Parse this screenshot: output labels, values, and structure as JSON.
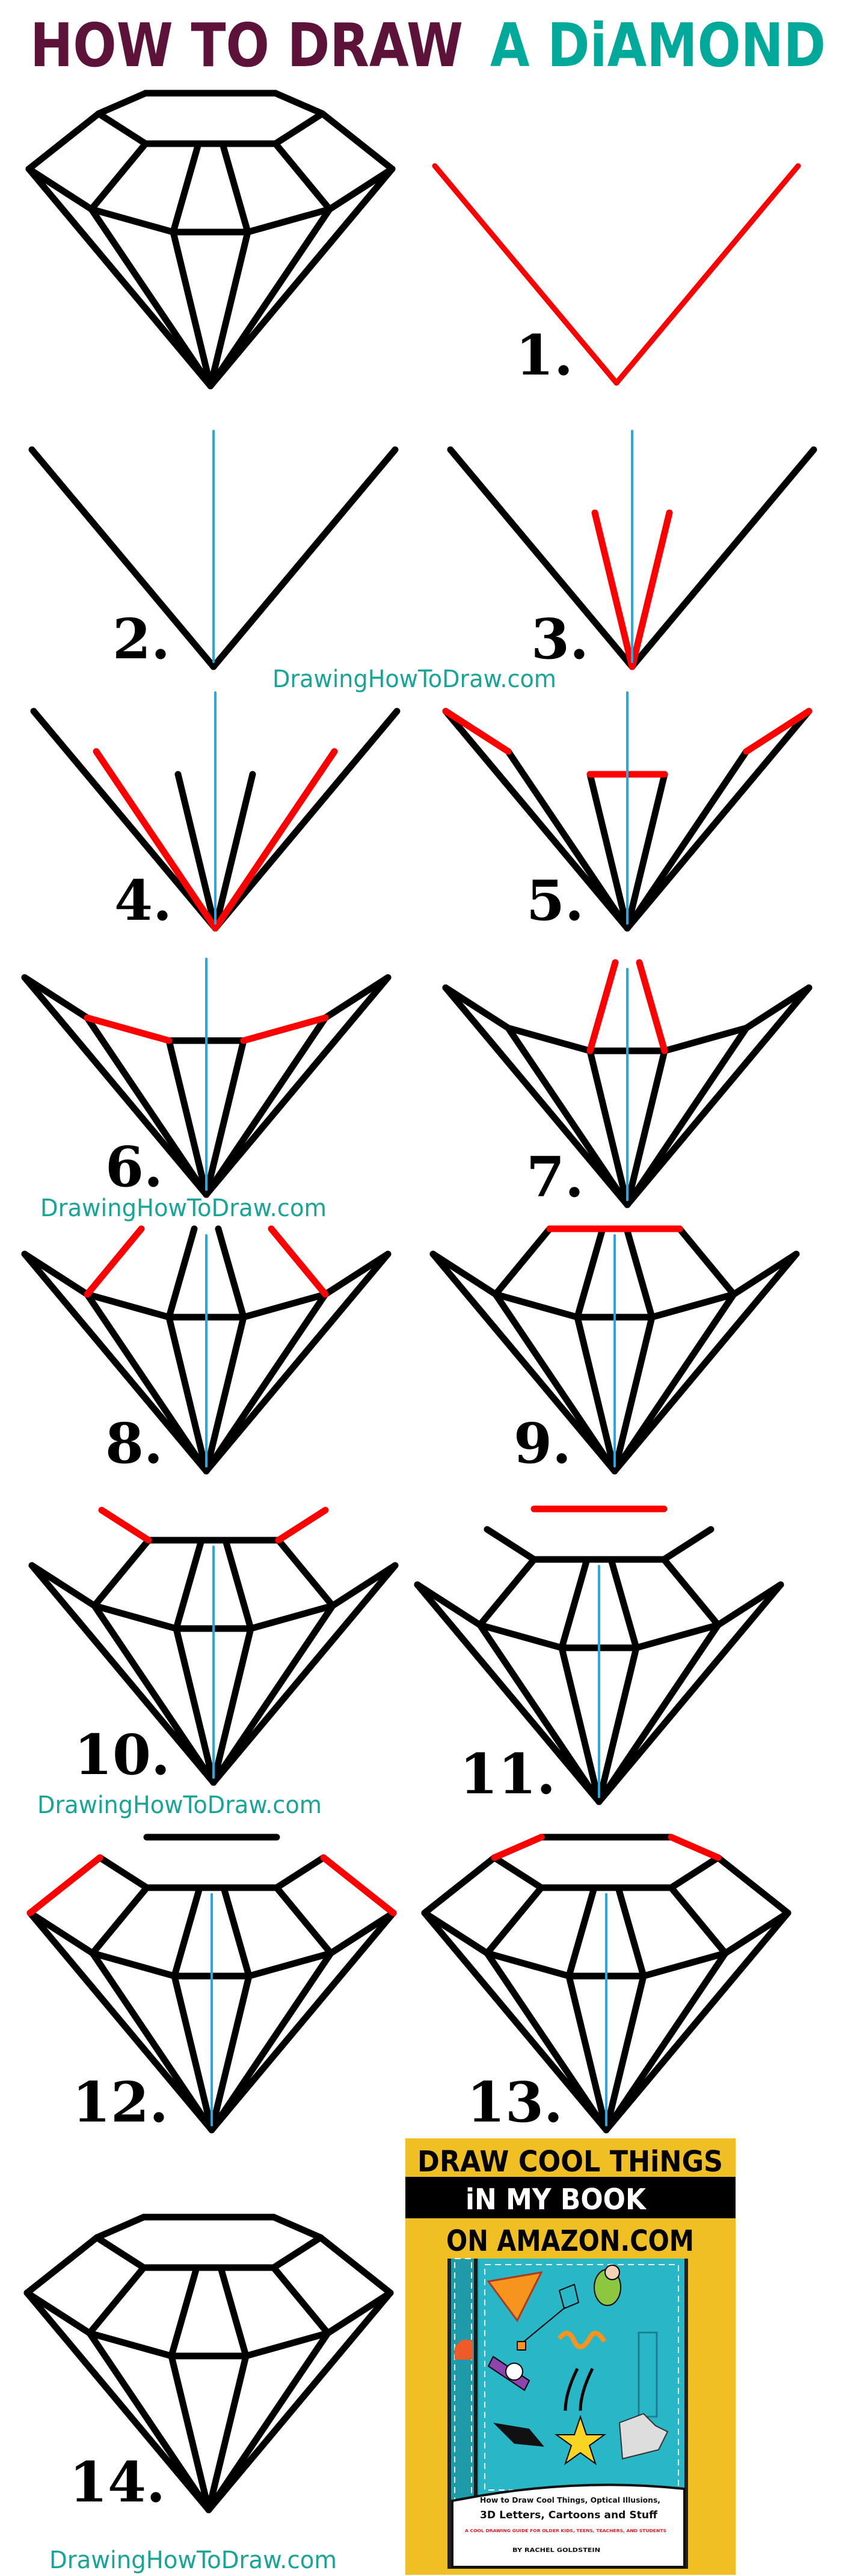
{
  "title": {
    "part1": "HOW TO DRAW",
    "part2": "A DiAMOND",
    "color1": "#5c1239",
    "color2": "#00a99a"
  },
  "colors": {
    "line": "#000000",
    "new_line": "#ff0000",
    "guide": "#29a8e0",
    "watermark": "#16a596",
    "book_bg": "#f0bf24",
    "book_cover": "#29b6c6"
  },
  "steps": [
    "1.",
    "2.",
    "3.",
    "4.",
    "5.",
    "6.",
    "7.",
    "8.",
    "9.",
    "10.",
    "11.",
    "12.",
    "13.",
    "14."
  ],
  "watermark": "DrawingHowToDraw.com",
  "book": {
    "line1": "DRAW COOL THiNGS",
    "line2": "iN MY BOOK",
    "line3": "ON AMAZON.COM",
    "cover_title1": "How to Draw Cool Things, Optical Illusions,",
    "cover_title2": "3D Letters, Cartoons and Stuff",
    "cover_subtitle": "A COOL DRAWING GUIDE FOR OLDER KIDS, TEENS, TEACHERS, AND STUDENTS",
    "cover_author": "BY RACHEL GOLDSTEIN"
  }
}
